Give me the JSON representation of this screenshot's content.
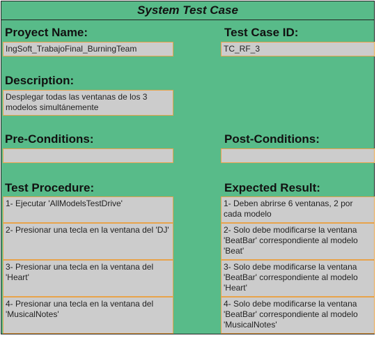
{
  "title": "System Test Case",
  "project": {
    "label": "Proyect Name:",
    "value": "IngSoft_TrabajoFinal_BurningTeam"
  },
  "test_case_id": {
    "label": "Test Case ID:",
    "value": "TC_RF_3"
  },
  "description": {
    "label": "Description:",
    "value": "Desplegar todas las ventanas de los 3 modelos simultánemente"
  },
  "pre_conditions": {
    "label": "Pre-Conditions:",
    "value": ""
  },
  "post_conditions": {
    "label": "Post-Conditions:",
    "value": ""
  },
  "procedure": {
    "label": "Test Procedure:",
    "steps": [
      "1- Ejecutar 'AllModelsTestDrive'",
      "2- Presionar una tecla en la ventana del 'DJ'",
      "3- Presionar una tecla en la ventana del 'Heart'",
      "4- Presionar una tecla en la ventana del 'MusicalNotes'"
    ]
  },
  "expected": {
    "label": "Expected Result:",
    "results": [
      "1- Deben abrirse 6 ventanas, 2 por cada modelo",
      "2- Solo debe modificarse la ventana 'BeatBar' correspondiente al modelo 'Beat'",
      "3- Solo debe modificarse la ventana 'BeatBar' correspondiente al modelo 'Heart'",
      "4- Solo debe modificarse la ventana 'BeatBar' correspondiente al modelo 'MusicalNotes'"
    ]
  },
  "colors": {
    "sheet_green": "#58bb89",
    "cell_gray": "#cccccc",
    "cell_border_orange": "#e8a34a"
  }
}
